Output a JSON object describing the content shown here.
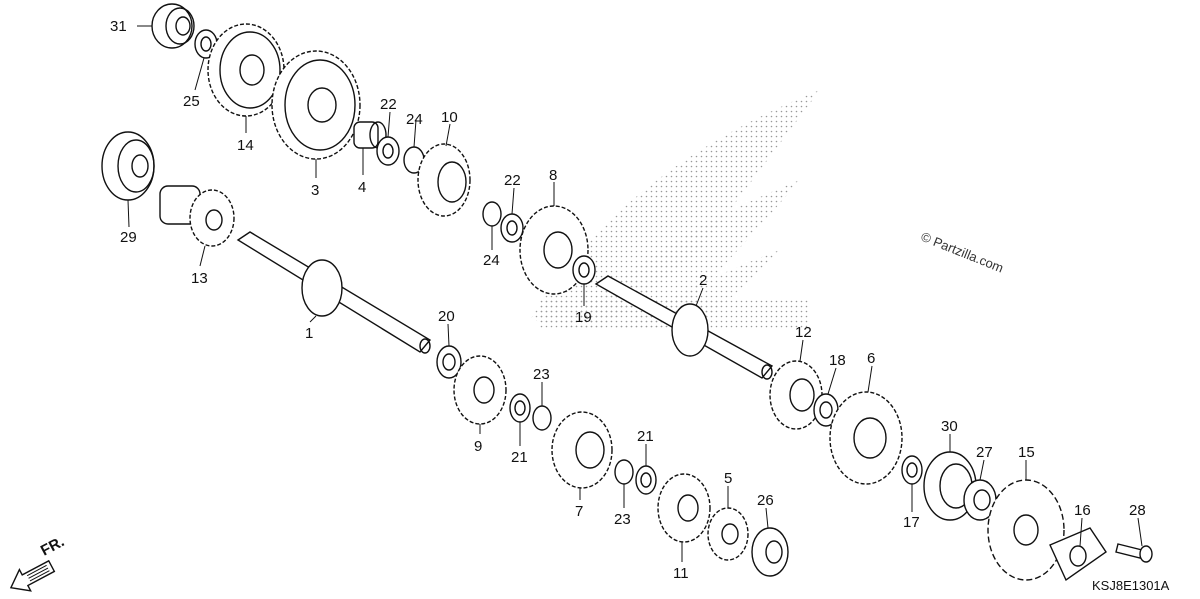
{
  "diagram": {
    "watermark": "© Partzilla.com",
    "figure_code": "KSJ8E1301A",
    "direction_label": "FR.",
    "part_labels": [
      "31",
      "25",
      "14",
      "3",
      "22",
      "24",
      "4",
      "10",
      "29",
      "13",
      "1",
      "22",
      "24",
      "8",
      "19",
      "2",
      "12",
      "18",
      "6",
      "20",
      "9",
      "23",
      "21",
      "7",
      "21",
      "23",
      "11",
      "5",
      "26",
      "30",
      "27",
      "17",
      "15",
      "16",
      "28"
    ]
  }
}
